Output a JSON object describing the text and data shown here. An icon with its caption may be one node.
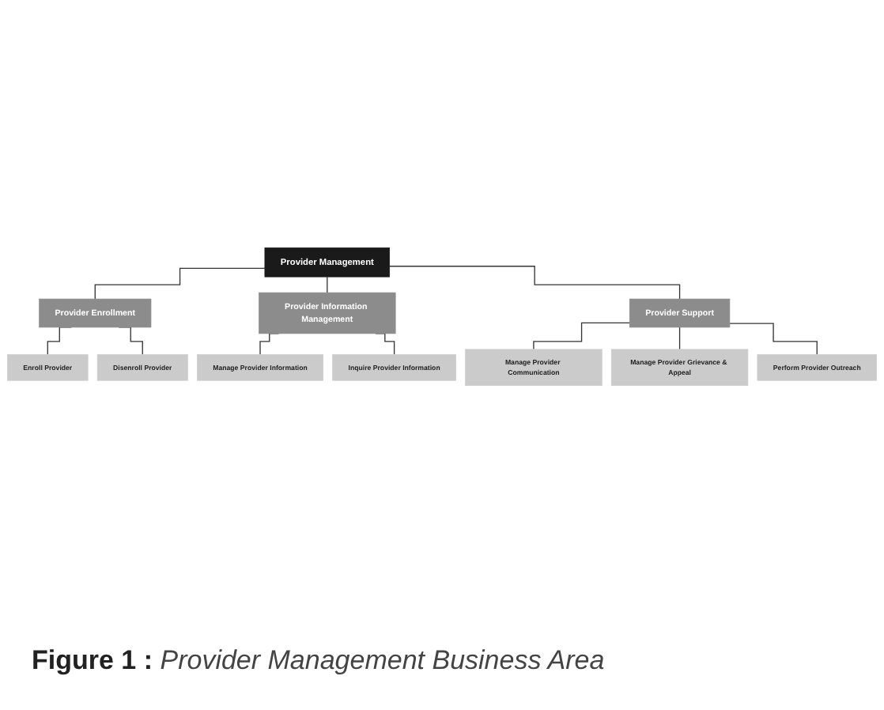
{
  "diagram": {
    "caption": "**Figure 1 :** *Provider Management Business Area*",
    "nodes": [
      {
        "text": [
          "Provider Management"
        ]
      },
      {
        "text": [
          "Provider Enrollment"
        ]
      },
      {
        "text": [
          "Provider Information Management"
        ]
      },
      {
        "text": [
          "Provider Support"
        ]
      },
      {
        "text": [
          "Enroll Provider"
        ]
      },
      {
        "text": [
          "Disenroll Provider"
        ]
      },
      {
        "text": [
          "Manage Provider Information"
        ]
      },
      {
        "text": [
          "Inquire Provider Information"
        ]
      },
      {
        "text": [
          "Manage Provider Communication"
        ]
      },
      {
        "text": [
          "Manage Provider Grievance & Appeal"
        ]
      },
      {
        "text": [
          "Perform Provider Outreach"
        ]
      }
    ],
    "edges": [
      {
        "from": 0,
        "to": 1,
        "arrow": "none"
      },
      {
        "from": 0,
        "to": 2,
        "arrow": "none"
      },
      {
        "from": 0,
        "to": 3,
        "arrow": "none"
      },
      {
        "from": 1,
        "to": 4,
        "arrow": "none"
      },
      {
        "from": 1,
        "to": 5,
        "arrow": "none"
      },
      {
        "from": 2,
        "to": 6,
        "arrow": "none"
      },
      {
        "from": 2,
        "to": 7,
        "arrow": "none"
      },
      {
        "from": 3,
        "to": 8,
        "arrow": "none"
      },
      {
        "from": 3,
        "to": 9,
        "arrow": "none"
      },
      {
        "from": 3,
        "to": 10,
        "arrow": "none"
      }
    ]
  }
}
